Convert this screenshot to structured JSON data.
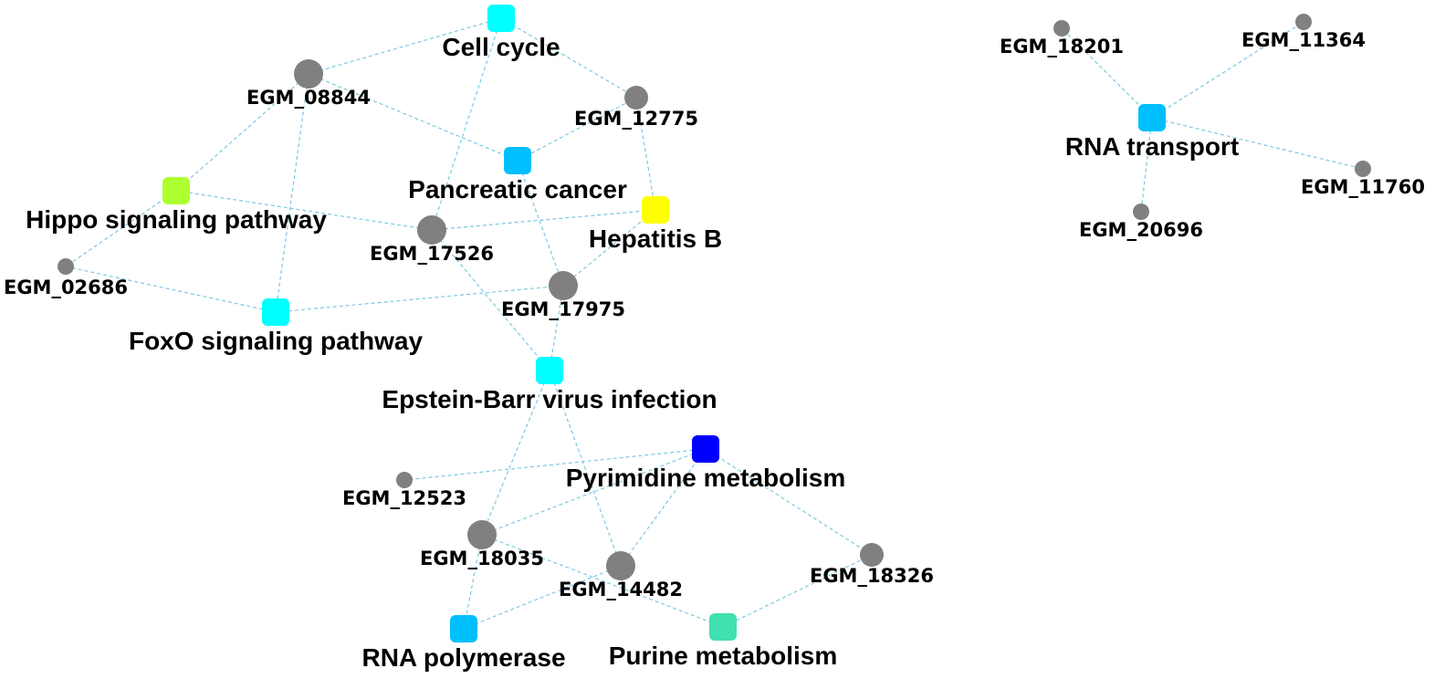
{
  "network": {
    "pathways": [
      {
        "id": "cell-cycle",
        "label": "Cell cycle",
        "color": "#00ffff"
      },
      {
        "id": "pancreatic-cancer",
        "label": "Pancreatic cancer",
        "color": "#00bfff"
      },
      {
        "id": "hippo",
        "label": "Hippo signaling pathway",
        "color": "#adff2f"
      },
      {
        "id": "hepatitis-b",
        "label": "Hepatitis B",
        "color": "#ffff00"
      },
      {
        "id": "foxo",
        "label": "FoxO signaling pathway",
        "color": "#00ffff"
      },
      {
        "id": "ebv",
        "label": "Epstein-Barr virus infection",
        "color": "#00ffff"
      },
      {
        "id": "pyrimidine",
        "label": "Pyrimidine metabolism",
        "color": "#0000ff"
      },
      {
        "id": "rna-polymerase",
        "label": "RNA polymerase",
        "color": "#00bfff"
      },
      {
        "id": "purine",
        "label": "Purine metabolism",
        "color": "#40e0b0"
      },
      {
        "id": "rna-transport",
        "label": "RNA transport",
        "color": "#00bfff"
      }
    ],
    "genes": [
      {
        "id": "EGM_08844",
        "label": "EGM_08844",
        "size": "large"
      },
      {
        "id": "EGM_12775",
        "label": "EGM_12775",
        "size": "medium"
      },
      {
        "id": "EGM_17526",
        "label": "EGM_17526",
        "size": "large"
      },
      {
        "id": "EGM_02686",
        "label": "EGM_02686",
        "size": "small"
      },
      {
        "id": "EGM_17975",
        "label": "EGM_17975",
        "size": "large"
      },
      {
        "id": "EGM_12523",
        "label": "EGM_12523",
        "size": "small"
      },
      {
        "id": "EGM_18035",
        "label": "EGM_18035",
        "size": "large"
      },
      {
        "id": "EGM_14482",
        "label": "EGM_14482",
        "size": "large"
      },
      {
        "id": "EGM_18326",
        "label": "EGM_18326",
        "size": "medium"
      },
      {
        "id": "EGM_18201",
        "label": "EGM_18201",
        "size": "small"
      },
      {
        "id": "EGM_11364",
        "label": "EGM_11364",
        "size": "small"
      },
      {
        "id": "EGM_11760",
        "label": "EGM_11760",
        "size": "small"
      },
      {
        "id": "EGM_20696",
        "label": "EGM_20696",
        "size": "small"
      }
    ],
    "edges": [
      [
        "cell-cycle",
        "EGM_08844"
      ],
      [
        "cell-cycle",
        "EGM_12775"
      ],
      [
        "cell-cycle",
        "EGM_17526"
      ],
      [
        "EGM_08844",
        "pancreatic-cancer"
      ],
      [
        "EGM_08844",
        "hippo"
      ],
      [
        "EGM_08844",
        "foxo"
      ],
      [
        "EGM_12775",
        "pancreatic-cancer"
      ],
      [
        "EGM_12775",
        "hepatitis-b"
      ],
      [
        "hippo",
        "EGM_17526"
      ],
      [
        "hippo",
        "EGM_02686"
      ],
      [
        "EGM_17526",
        "hepatitis-b"
      ],
      [
        "EGM_17526",
        "ebv"
      ],
      [
        "EGM_02686",
        "foxo"
      ],
      [
        "foxo",
        "EGM_17975"
      ],
      [
        "pancreatic-cancer",
        "EGM_17975"
      ],
      [
        "hepatitis-b",
        "EGM_17975"
      ],
      [
        "EGM_17975",
        "ebv"
      ],
      [
        "ebv",
        "EGM_18035"
      ],
      [
        "ebv",
        "EGM_14482"
      ],
      [
        "pyrimidine",
        "EGM_12523"
      ],
      [
        "pyrimidine",
        "EGM_18035"
      ],
      [
        "pyrimidine",
        "EGM_14482"
      ],
      [
        "pyrimidine",
        "EGM_18326"
      ],
      [
        "EGM_18035",
        "rna-polymerase"
      ],
      [
        "EGM_18035",
        "purine"
      ],
      [
        "EGM_14482",
        "rna-polymerase"
      ],
      [
        "EGM_18326",
        "purine"
      ],
      [
        "rna-transport",
        "EGM_18201"
      ],
      [
        "rna-transport",
        "EGM_11364"
      ],
      [
        "rna-transport",
        "EGM_11760"
      ],
      [
        "rna-transport",
        "EGM_20696"
      ]
    ]
  }
}
